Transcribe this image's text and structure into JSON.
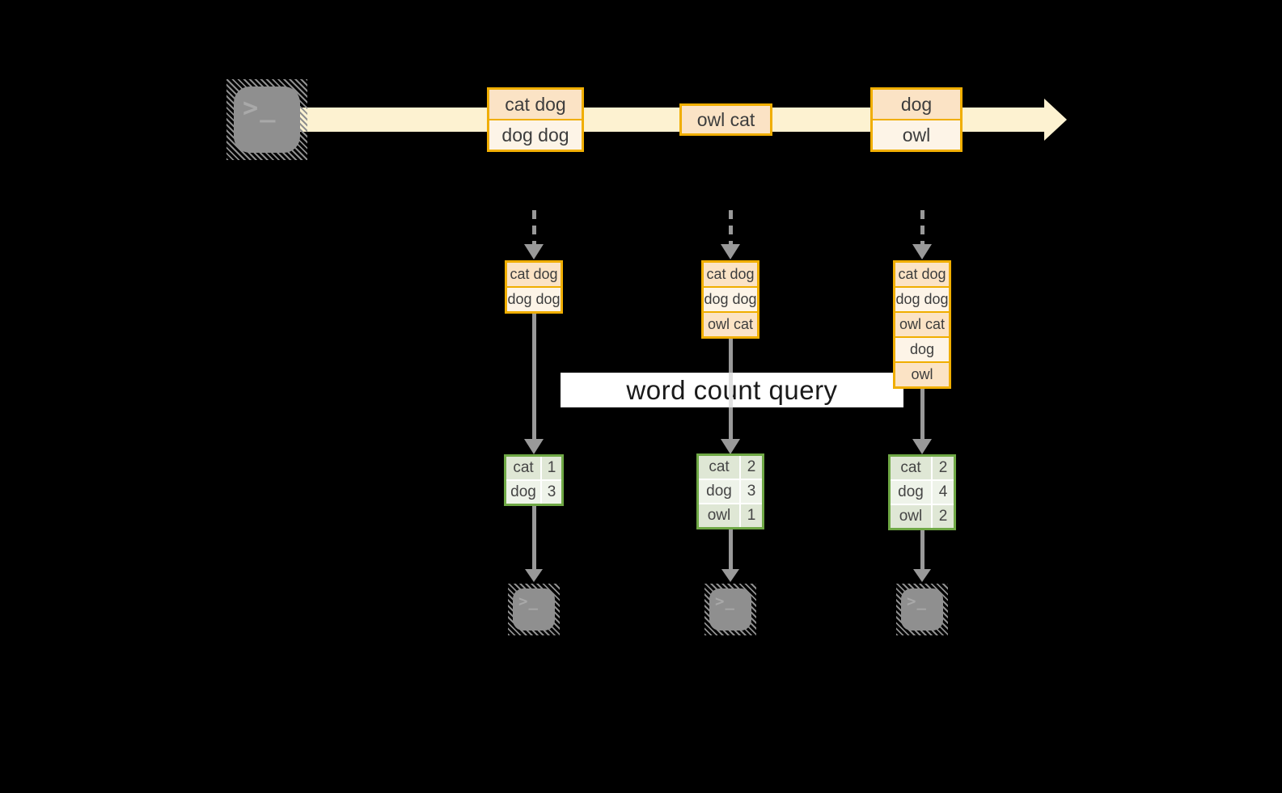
{
  "query": {
    "label": "word count query"
  },
  "icons": {
    "source": "terminal-icon",
    "sink": "terminal-icon",
    "glyph": ">_"
  },
  "stream": {
    "boxes": [
      {
        "cells": [
          "cat dog",
          "dog dog"
        ]
      },
      {
        "cells": [
          "owl cat"
        ]
      },
      {
        "cells": [
          "dog",
          "owl"
        ]
      }
    ]
  },
  "columns": [
    {
      "stack": [
        "cat dog",
        "dog dog"
      ],
      "table": {
        "rows": [
          {
            "word": "cat",
            "count": "1"
          },
          {
            "word": "dog",
            "count": "3"
          }
        ]
      }
    },
    {
      "stack": [
        "cat dog",
        "dog dog",
        "owl cat"
      ],
      "table": {
        "rows": [
          {
            "word": "cat",
            "count": "2"
          },
          {
            "word": "dog",
            "count": "3"
          },
          {
            "word": "owl",
            "count": "1"
          }
        ]
      }
    },
    {
      "stack": [
        "cat dog",
        "dog dog",
        "owl cat",
        "dog",
        "owl"
      ],
      "table": {
        "rows": [
          {
            "word": "cat",
            "count": "2"
          },
          {
            "word": "dog",
            "count": "4"
          },
          {
            "word": "owl",
            "count": "2"
          }
        ]
      }
    }
  ],
  "colors": {
    "background": "#000000",
    "stream_band": "#fdf2d1",
    "amber_border": "#f0ae00",
    "peach_dark": "#fbe3c5",
    "peach_light": "#fdf4e7",
    "green_border": "#6fa845",
    "green_row_dark": "#dfe7d5",
    "green_row_light": "#eef3e9",
    "arrow_gray": "#999999",
    "terminal_gray": "#8f8f8f"
  }
}
